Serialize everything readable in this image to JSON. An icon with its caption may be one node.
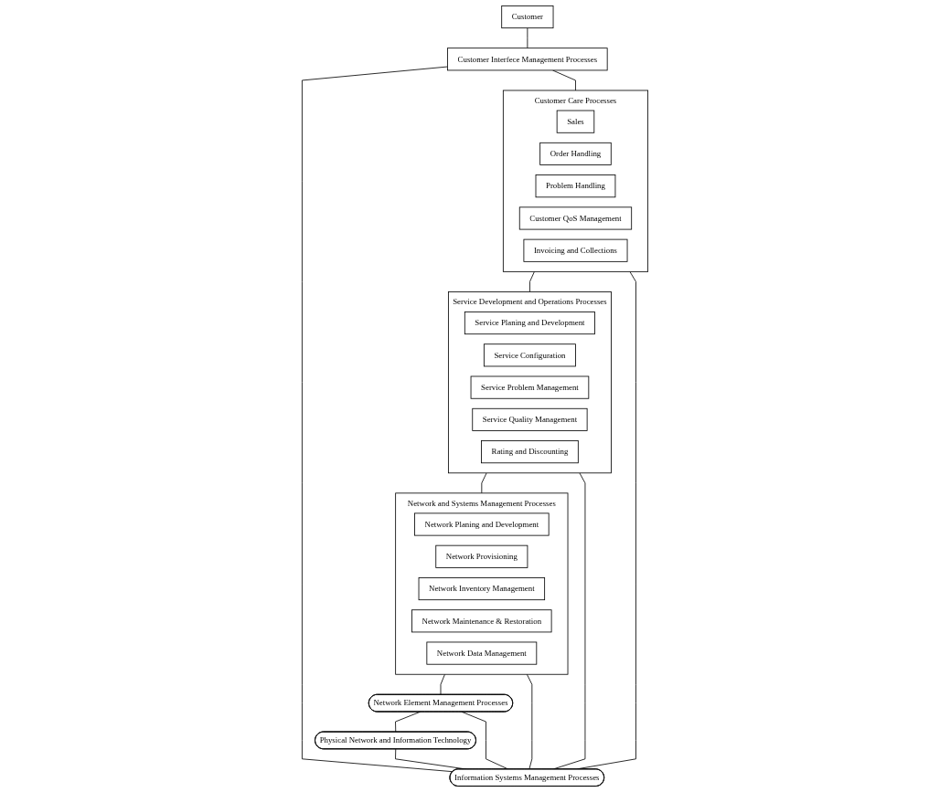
{
  "diagram": {
    "nodes": [
      {
        "text": [
          "Customer"
        ]
      },
      {
        "text": [
          "Customer Interfece Management Processes"
        ]
      },
      {
        "text": [
          "Customer Care Processes"
        ]
      },
      {
        "text": [
          "Sales"
        ],
        "in": 2
      },
      {
        "text": [
          "Order Handling"
        ],
        "in": 2
      },
      {
        "text": [
          "Problem Handling"
        ],
        "in": 2
      },
      {
        "text": [
          "Customer QoS Management"
        ],
        "in": 2
      },
      {
        "text": [
          "Invoicing and Collections"
        ],
        "in": 2
      },
      {
        "text": [
          "Service Development and Operations Processes"
        ]
      },
      {
        "text": [
          "Service Planing and Development"
        ],
        "in": 8
      },
      {
        "text": [
          "Service Configuration"
        ],
        "in": 8
      },
      {
        "text": [
          "Service Problem Management"
        ],
        "in": 8
      },
      {
        "text": [
          "Service Quality Management"
        ],
        "in": 8
      },
      {
        "text": [
          "Rating and Discounting"
        ],
        "in": 8
      },
      {
        "text": [
          "Network and Systems Management Processes"
        ]
      },
      {
        "text": [
          "Network Planing and Development"
        ],
        "in": 14
      },
      {
        "text": [
          "Network Provisioning"
        ],
        "in": 14
      },
      {
        "text": [
          "Network Inventory Management"
        ],
        "in": 14
      },
      {
        "text": [
          "Network Maintenance & Restoration"
        ],
        "in": 14
      },
      {
        "text": [
          "Network Data Management"
        ],
        "in": 14
      },
      {
        "text": [
          "Network Element Management Processes"
        ]
      },
      {
        "text": [
          "Physical Network and Information Technology"
        ]
      },
      {
        "text": [
          "Information Systems Management Processes"
        ]
      }
    ],
    "edges": [
      {
        "from": 0,
        "to": 1,
        "arrow": "none"
      },
      {
        "from": 1,
        "to": 2,
        "arrow": "none"
      },
      {
        "from": 2,
        "to": 8,
        "arrow": "none"
      },
      {
        "from": 8,
        "to": 14,
        "arrow": "none"
      },
      {
        "from": 14,
        "to": 20,
        "arrow": "none"
      },
      {
        "from": 20,
        "to": 21,
        "arrow": "none"
      },
      {
        "from": 1,
        "to": 22,
        "arrow": "none"
      },
      {
        "from": 2,
        "to": 22,
        "arrow": "none"
      },
      {
        "from": 8,
        "to": 22,
        "arrow": "none"
      },
      {
        "from": 14,
        "to": 22,
        "arrow": "none"
      },
      {
        "from": 20,
        "to": 22,
        "arrow": "none"
      },
      {
        "from": 21,
        "to": 22,
        "arrow": "none"
      }
    ]
  }
}
